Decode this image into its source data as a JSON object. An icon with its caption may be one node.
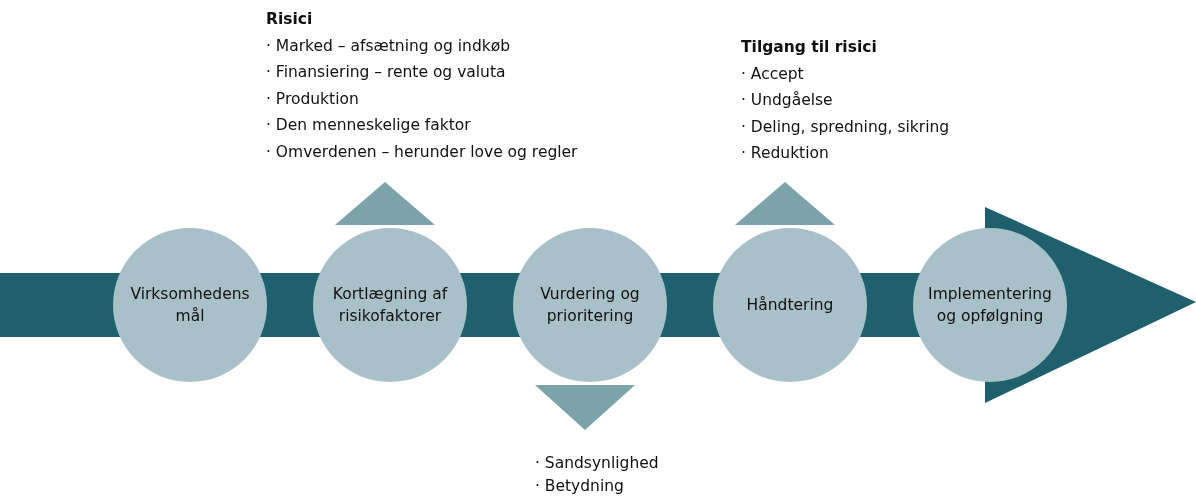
{
  "diagram": {
    "nodes": [
      {
        "text": [
          "Virksomhedens mål"
        ]
      },
      {
        "text": [
          "Kortlægning af risikofaktorer"
        ]
      },
      {
        "text": [
          "Vurdering og prioritering"
        ]
      },
      {
        "text": [
          "Håndtering"
        ]
      },
      {
        "text": [
          "Implementering og opfølgning"
        ]
      },
      {
        "text": [
          "Risici",
          "· Marked – afsætning og indkøb",
          "· Finansiering – rente og valuta",
          "· Produktion",
          "· Den menneskelige faktor",
          "· Omverdenen – herunder love og regler"
        ]
      },
      {
        "text": [
          "Tilgang til risici",
          "· Accept",
          "· Undgåelse",
          "· Deling, spredning, sikring",
          "· Reduktion"
        ]
      },
      {
        "text": [
          "· Sandsynlighed",
          "· Betydning"
        ]
      }
    ],
    "edges": [
      {
        "from": 1,
        "to": 5,
        "arrow": "to"
      },
      {
        "from": 3,
        "to": 6,
        "arrow": "to"
      },
      {
        "from": 2,
        "to": 7,
        "arrow": "to"
      }
    ]
  }
}
